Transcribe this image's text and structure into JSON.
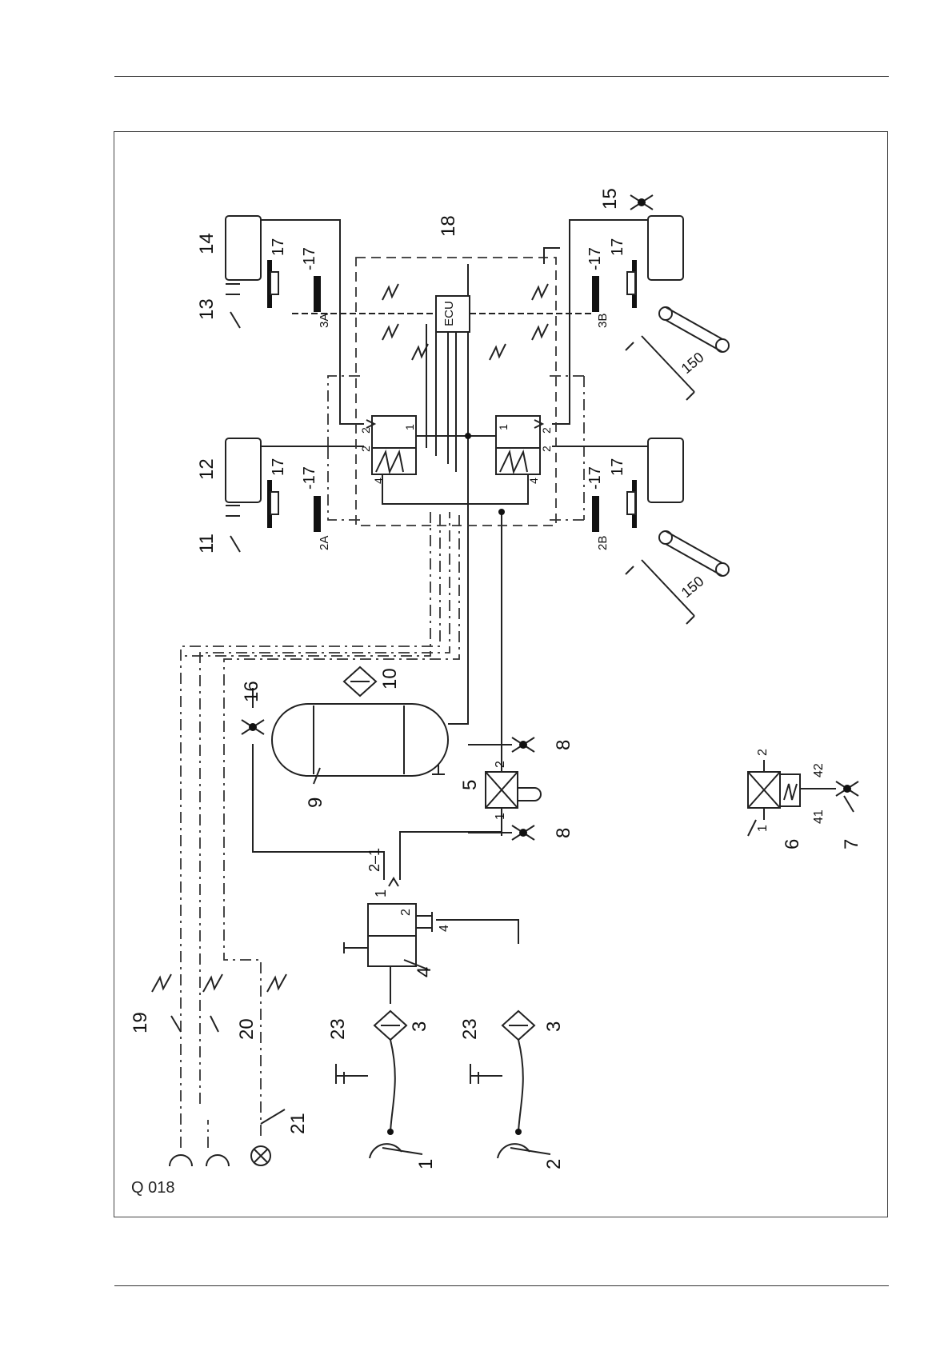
{
  "figure": {
    "label": "Q 018"
  },
  "component_labels": {
    "c1": "1",
    "c2": "2",
    "c3a": "3",
    "c3b": "3",
    "c4": "4",
    "c5": "5",
    "c6": "6",
    "c7": "7",
    "c8a": "8",
    "c8b": "8",
    "c9": "9",
    "c10": "10",
    "c11": "11",
    "c12": "12",
    "c13": "13",
    "c14": "14",
    "c15": "15",
    "c16": "16",
    "c18": "18",
    "c19": "19",
    "c20": "20",
    "c21": "21",
    "c23a": "23",
    "c23b": "23"
  },
  "sensor_labels": {
    "s2a": "2A",
    "s2b": "2B",
    "s3a": "3A",
    "s3b": "3B",
    "n17": "17",
    "d17": "-17"
  },
  "port_labels": {
    "p1": "1",
    "p2": "2",
    "p4": "4",
    "p21": "2–1",
    "p41": "41",
    "p42": "42"
  },
  "ecu": {
    "label": "ECU"
  },
  "dimensions": {
    "length": "150"
  }
}
